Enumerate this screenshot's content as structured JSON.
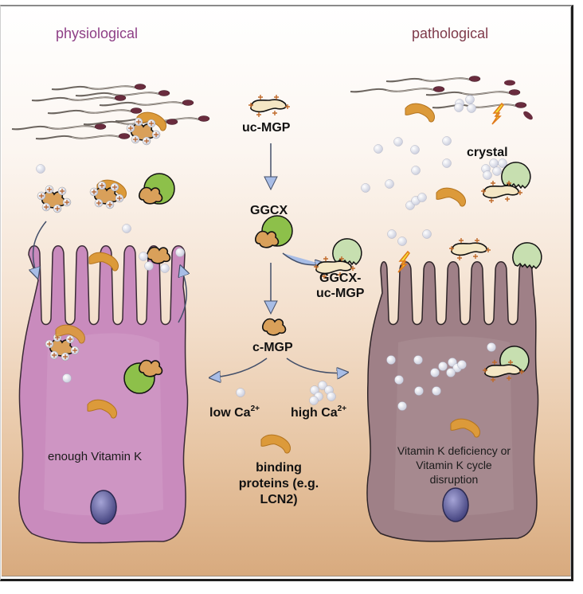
{
  "figure": {
    "panels": {
      "left": {
        "title": "physiological",
        "cell_label": "enough Vitamin K",
        "title_color": "#8e3f86",
        "cell_color": "#c98bbd"
      },
      "right": {
        "title": "pathological",
        "cell_label_lines": [
          "Vitamin K deficiency or",
          "Vitamin K cycle",
          "disruption"
        ],
        "crystal_label": "crystal",
        "title_color": "#7e3a4a",
        "cell_color": "#9f8087"
      }
    },
    "pathway": {
      "uc_mgp": "uc-MGP",
      "ggcx": "GGCX",
      "ggcx_complex_lines": [
        "GGCX-",
        "uc-MGP"
      ],
      "c_mgp": "c-MGP",
      "low_ca": "low Ca",
      "high_ca": "high Ca",
      "ca_charge": "2+",
      "binding_lines": [
        "binding",
        "proteins (e.g.",
        "LCN2)"
      ]
    },
    "colors": {
      "ggcx_active": "#8dc04a",
      "ggcx_inactive": "#c7dfb0",
      "c_mgp": "#d9a05a",
      "uc_mgp": "#f4e6c4",
      "binding_protein": "#dc9a3a",
      "calcium": "#e8eaf2",
      "arrow": "#a8bde6",
      "nucleus": "#6b6aa6"
    },
    "icons": [
      "sperm-icon",
      "calcium-ion-icon",
      "lightning-icon",
      "nucleus-icon",
      "enzyme-icon",
      "protein-icon"
    ]
  }
}
